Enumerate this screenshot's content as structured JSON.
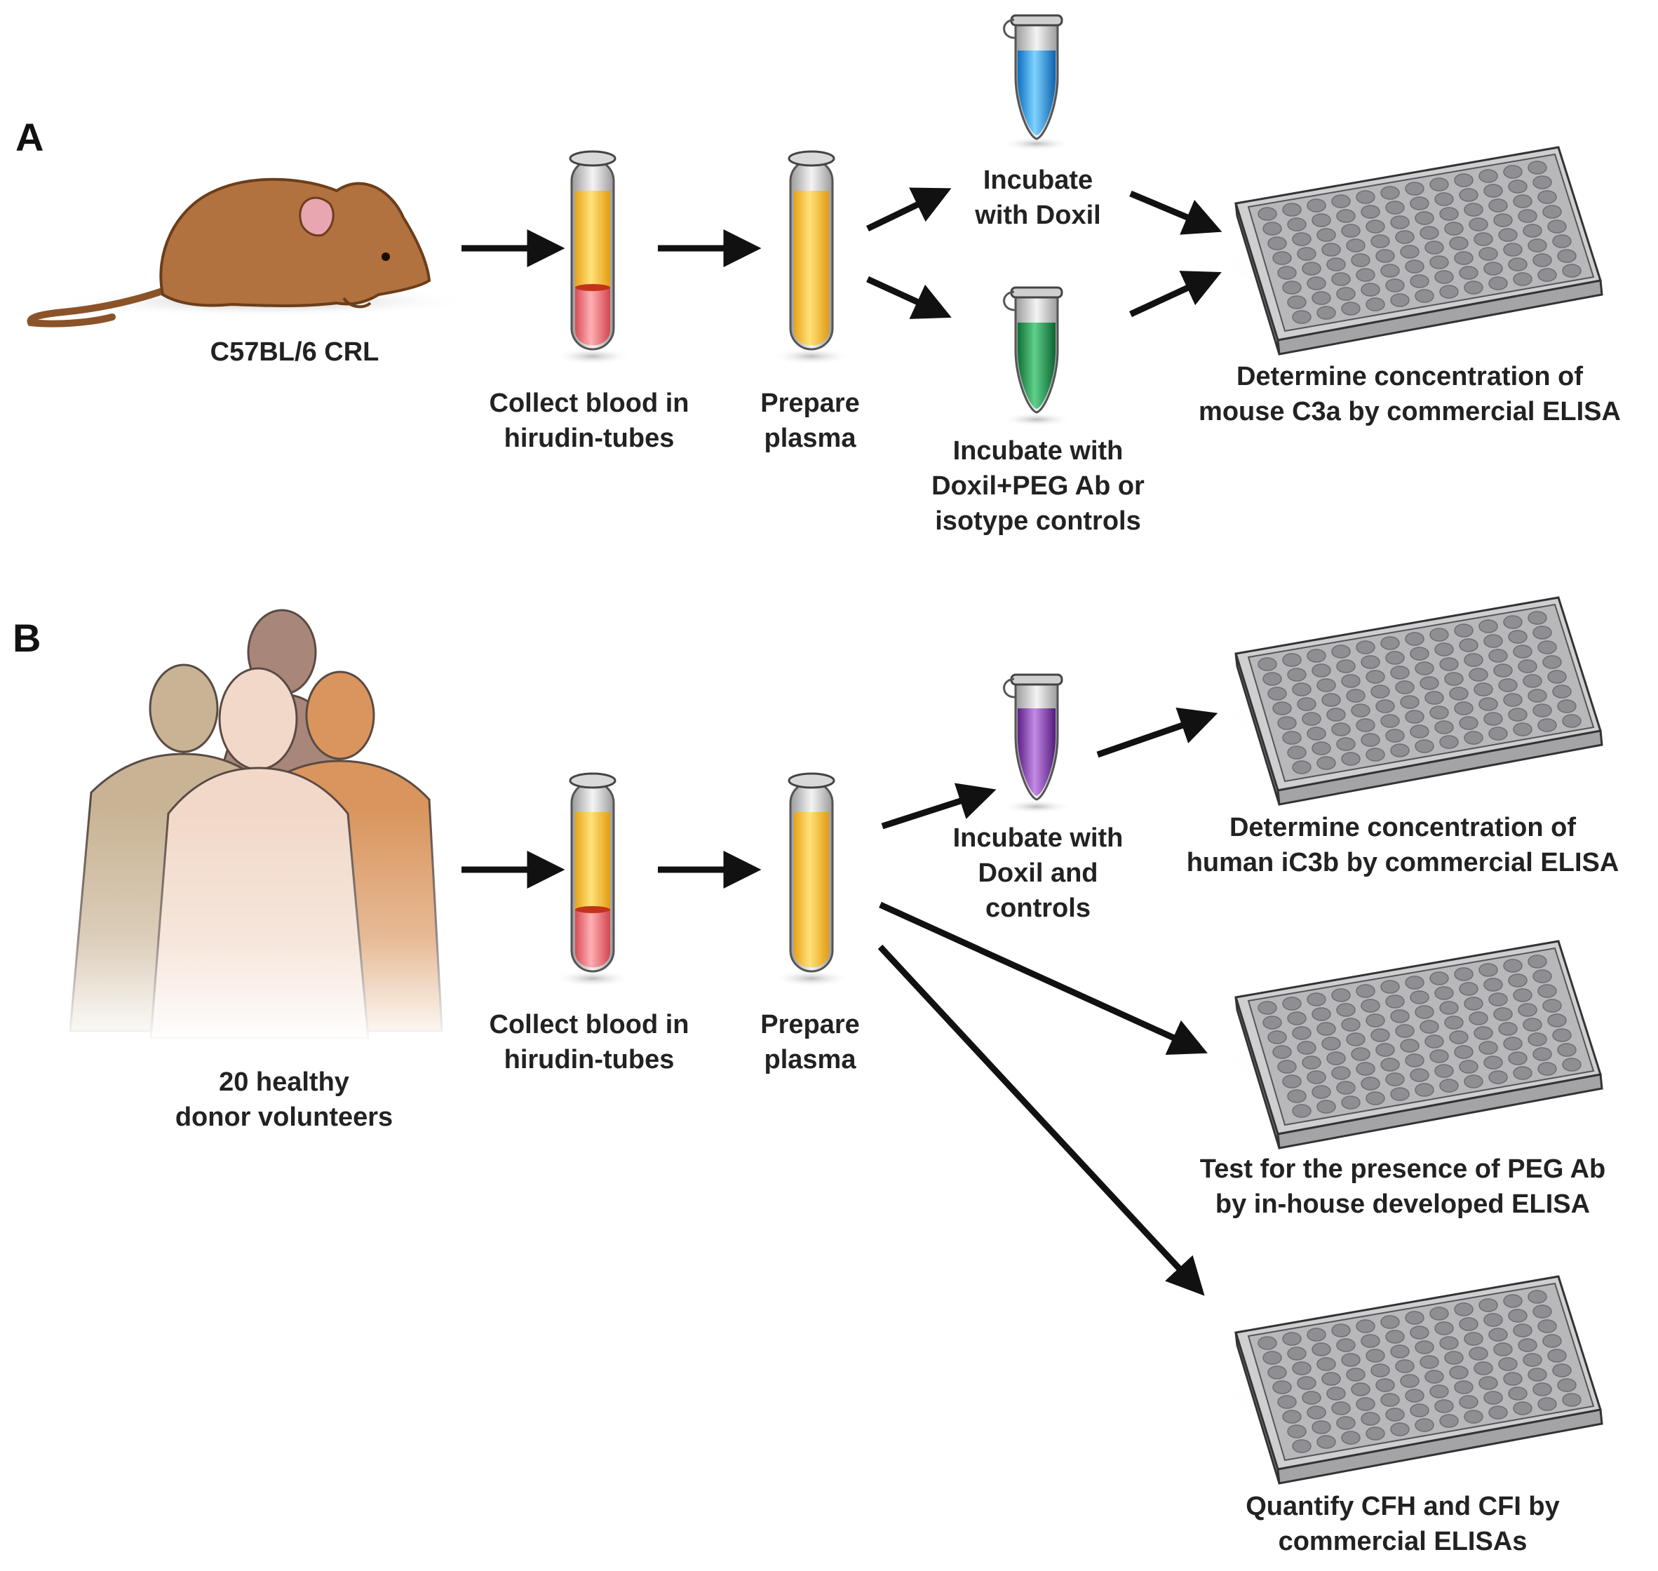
{
  "panels": {
    "a": {
      "letter": "A",
      "source": [
        "C57BL/6 CRL"
      ],
      "collect": [
        "Collect blood in",
        "hirudin-tubes"
      ],
      "prepare": [
        "Prepare",
        "plasma"
      ],
      "incubate_top": [
        "Incubate",
        "with Doxil"
      ],
      "incubate_bottom": [
        "Incubate with",
        "Doxil+PEG Ab or",
        "isotype controls"
      ],
      "plate": [
        "Determine concentration of",
        "mouse C3a by commercial ELISA"
      ]
    },
    "b": {
      "letter": "B",
      "source": [
        "20 healthy",
        "donor volunteers"
      ],
      "collect": [
        "Collect blood in",
        "hirudin-tubes"
      ],
      "prepare": [
        "Prepare",
        "plasma"
      ],
      "incubate": [
        "Incubate with",
        "Doxil and",
        "controls"
      ],
      "plate1": [
        "Determine concentration of",
        "human iC3b by commercial ELISA"
      ],
      "plate2": [
        "Test for the presence of PEG Ab",
        "by in-house developed ELISA"
      ],
      "plate3": [
        "Quantify CFH and CFI by",
        "commercial ELISAs"
      ]
    }
  },
  "colors": {
    "mouse": "#b1723f",
    "blood": "#e86a6f",
    "plasma": "#f7c43c",
    "tube_doxil": "#2a9fe6",
    "tube_peg": "#1f9a52",
    "tube_controls": "#8a3fb5",
    "plate": "#b3b3b5",
    "arrow": "#111111"
  },
  "icons": [
    "mouse-icon",
    "human-silhouettes-icon",
    "blood-tube-icon",
    "plasma-tube-icon",
    "microtube-icon",
    "elisa-plate-icon",
    "arrow-icon"
  ]
}
